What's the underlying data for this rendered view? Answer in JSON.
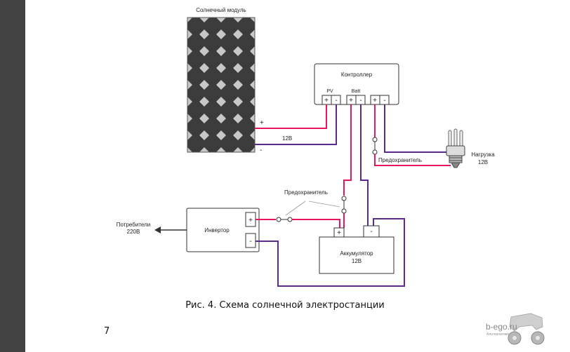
{
  "diagram": {
    "solar_module_label": "Солнечный модуль",
    "controller_label": "Контроллер",
    "pv_label": "PV",
    "batt_label": "Batt",
    "plus": "+",
    "minus": "-",
    "voltage_12v": "12В",
    "fuse_label_top": "Предохранитель",
    "fuse_label_bottom": "Предохранитель",
    "load_label": "Нагрузка",
    "load_voltage": "12В",
    "inverter_label": "Инвертор",
    "consumers_label": "Потребители",
    "consumers_voltage": "220В",
    "battery_label": "Аккумулятор",
    "battery_voltage": "12В"
  },
  "caption": "Рис. 4. Схема солнечной электростанции",
  "page_number": "7",
  "logo": {
    "text": "b-ego.ru",
    "sub": "Альтернатива"
  },
  "colors": {
    "positive_wire": "#e8175d",
    "negative_wire": "#5b2a8c",
    "sidebar": "#424242",
    "panel_cell": "#3a3a3a"
  }
}
